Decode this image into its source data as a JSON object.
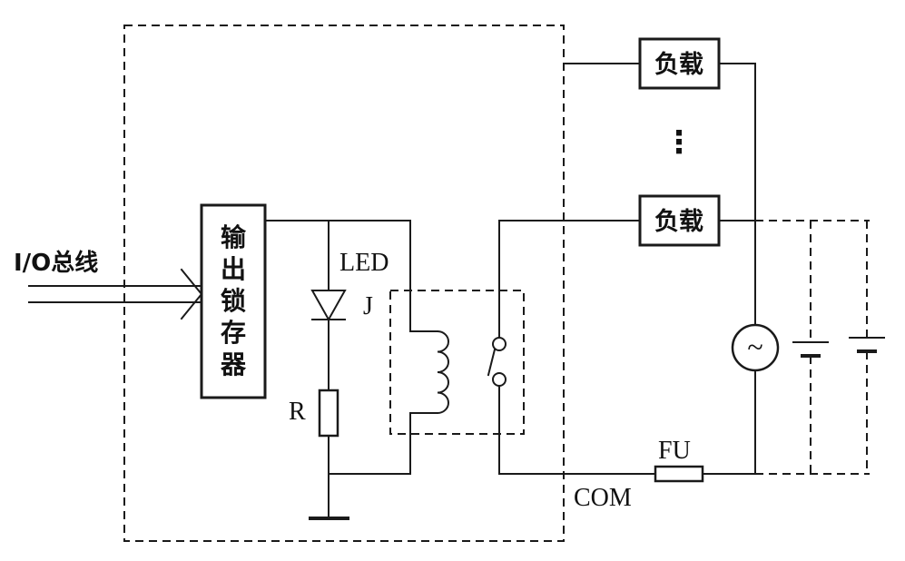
{
  "labels": {
    "io_bus": "I/O总线",
    "latch": [
      "输",
      "出",
      "锁",
      "存",
      "器"
    ],
    "led": "LED",
    "relay": "J",
    "resistor": "R",
    "load_top": "负载",
    "load_bottom": "负载",
    "fuse": "FU",
    "com": "COM",
    "ellipsis": "⋮",
    "ac_symbol": "~"
  }
}
